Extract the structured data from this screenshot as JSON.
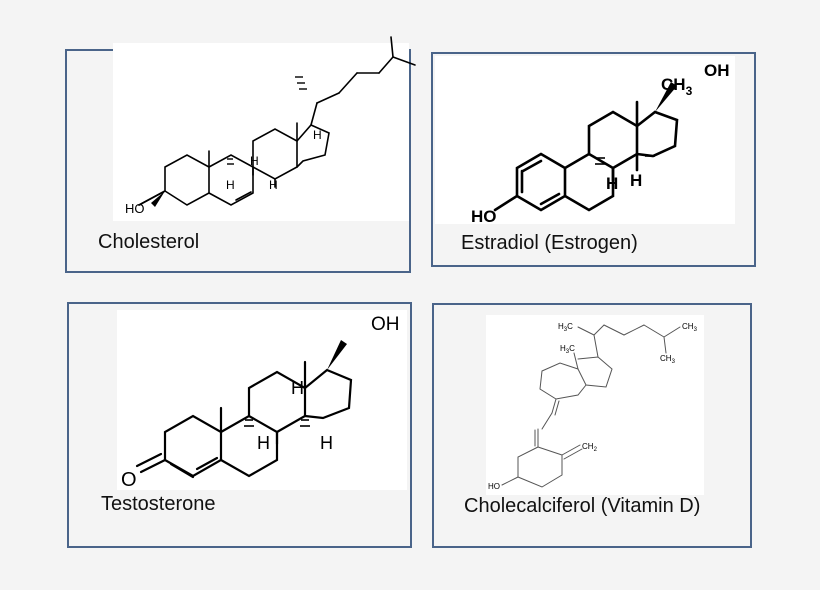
{
  "panels": [
    {
      "name": "Cholesterol",
      "atoms": {
        "ho": "HO",
        "h1": "H",
        "h2": "H",
        "h3": "H",
        "h4": "H"
      }
    },
    {
      "name": "Estradiol (Estrogen)",
      "atoms": {
        "ch3": "CH",
        "ch3_sub": "3",
        "oh": "OH",
        "ho": "HO",
        "h1": "H",
        "h2": "H"
      }
    },
    {
      "name": "Testosterone",
      "atoms": {
        "oh": "OH",
        "o": "O",
        "h1": "H",
        "h2": "H",
        "h3": "H"
      }
    },
    {
      "name": "Cholecalciferol (Vitamin D)",
      "atoms": {
        "h3c_a": "H",
        "h3c_a_sub": "3",
        "h3c_a_c": "C",
        "ch3_b": "CH",
        "ch3_b_sub": "3",
        "ch3_c": "CH",
        "ch3_c_sub": "3",
        "h3c_d": "H",
        "h3c_d_sub": "3",
        "h3c_d_c": "C",
        "ch2": "CH",
        "ch2_sub": "2",
        "ho": "HO"
      }
    }
  ]
}
